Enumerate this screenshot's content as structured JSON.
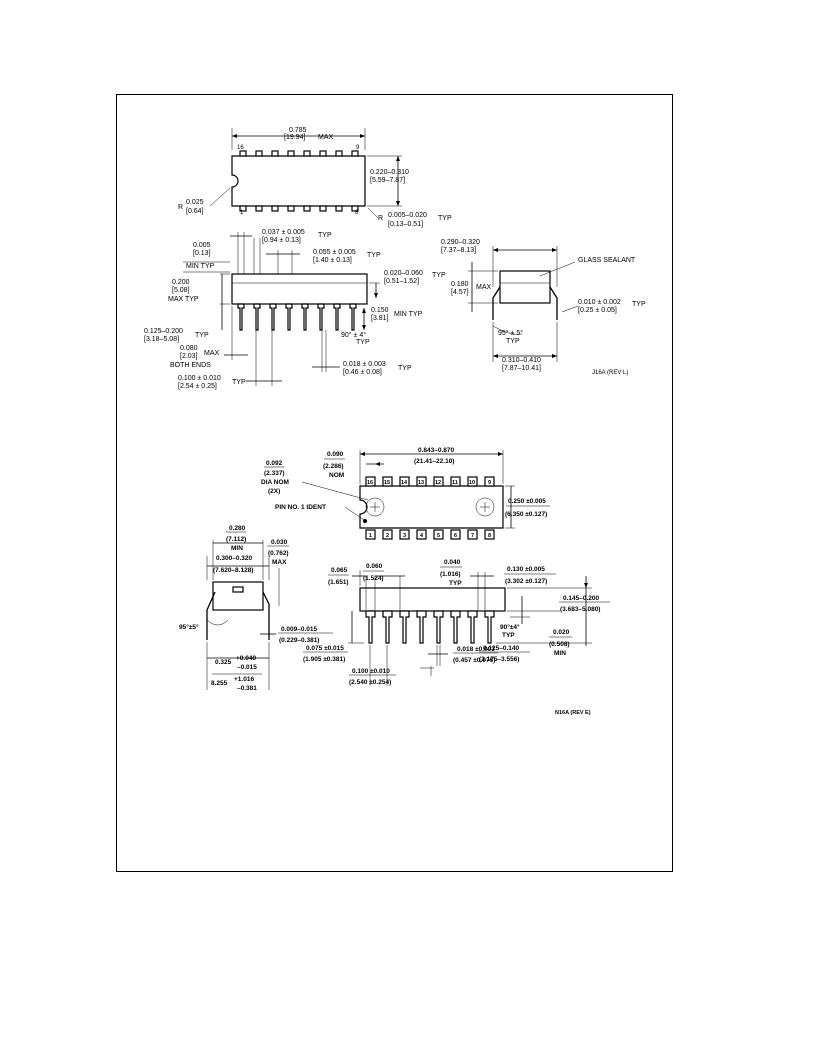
{
  "j16a": {
    "top_view": {
      "pin_16": "16",
      "pin_9": "9",
      "pin_1": "1",
      "pin_8": "8",
      "length_in": "0.785",
      "length_mm": "[19.94]",
      "length_suffix": "MAX",
      "width_in": "0.220–0.310",
      "width_mm": "[5.59–7.87]",
      "notch_r_prefix": "R",
      "notch_r_in": "0.025",
      "notch_r_mm": "[0.64]",
      "corner_r_prefix": "R",
      "corner_r_in": "0.005–0.020",
      "corner_r_mm": "[0.13–0.51]",
      "corner_r_suffix": "TYP"
    },
    "side_view": {
      "lead_width_in": "0.037 ± 0.005",
      "lead_width_mm": "[0.94 ± 0.13]",
      "lead_width_suffix": "TYP",
      "shoulder_in": "0.055 ± 0.005",
      "shoulder_mm": "[1.40 ± 0.13]",
      "shoulder_suffix": "TYP",
      "min_in": "0.005",
      "min_mm": "[0.13]",
      "min_suffix": "MIN TYP",
      "height_in": "0.200",
      "height_mm": "[5.08]",
      "height_suffix": "MAX TYP",
      "standoff_in": "0.020–0.060",
      "standoff_mm": "[0.51–1.52]",
      "standoff_suffix": "TYP",
      "lead_len_in": "0.150",
      "lead_len_mm": "[3.81]",
      "lead_len_suffix": "MIN TYP",
      "seat_in": "0.125–0.200",
      "seat_mm": "[3.18–5.08]",
      "seat_suffix": "TYP",
      "angle": "90° ± 4°",
      "angle_suffix": "TYP",
      "end_in": "0.080",
      "end_mm": "[2.03]",
      "end_suffix": "MAX",
      "end_note": "BOTH ENDS",
      "lead_thk_in": "0.018 ± 0.003",
      "lead_thk_mm": "[0.46 ± 0.08]",
      "lead_thk_suffix": "TYP",
      "pitch_in": "0.100 ± 0.010",
      "pitch_mm": "[2.54 ± 0.25]",
      "pitch_suffix": "TYP"
    },
    "end_view": {
      "width_in": "0.290–0.320",
      "width_mm": "[7.37–8.13]",
      "glass": "GLASS SEALANT",
      "h_in": "0.180",
      "h_mm": "[4.57]",
      "h_suffix": "MAX",
      "thk_in": "0.010 ± 0.002",
      "thk_mm": "[0.25 ± 0.05]",
      "thk_suffix": "TYP",
      "angle": "95° ± 5°",
      "angle_suffix": "TYP",
      "spread_in": "0.310–0.410",
      "spread_mm": "[7.87–10.41]"
    },
    "rev": "J16A (REV L)"
  },
  "n16a": {
    "top_view": {
      "pins_top": [
        "16",
        "15",
        "14",
        "13",
        "12",
        "11",
        "10",
        "9"
      ],
      "pins_bottom": [
        "1",
        "2",
        "3",
        "4",
        "5",
        "6",
        "7",
        "8"
      ],
      "dia_in": "0.092",
      "dia_mm": "(2.337)",
      "dia_note": "DIA NOM",
      "dia_count": "(2X)",
      "off_in": "0.090",
      "off_mm": "(2.286)",
      "off_note": "NOM",
      "len_in": "0.843–0.870",
      "len_mm": "(21.41–22.10)",
      "w_in": "0.250 ±0.005",
      "w_mm": "(6.350 ±0.127)",
      "ident": "PIN NO. 1 IDENT"
    },
    "end_view": {
      "a_in": "0.280",
      "a_mm": "(7.112)",
      "a_note": "MIN",
      "b_in": "0.300–0.320",
      "b_mm": "(7.620–8.128)",
      "c_in": "0.030",
      "c_mm": "(0.762)",
      "c_note": "MAX",
      "angle": "95°±5°",
      "thk_in": "0.009–0.015",
      "thk_mm": "(0.229–0.381)",
      "spread_in": "0.325",
      "spread_tol_in_plus": "+0.040",
      "spread_tol_in_minus": "–0.015",
      "spread_mm": "8.255",
      "spread_tol_mm_plus": "+1.016",
      "spread_tol_mm_minus": "–0.381"
    },
    "side_view": {
      "end_in": "0.065",
      "end_mm": "(1.651)",
      "sh_in": "0.060",
      "sh_mm": "(1.524)",
      "lw_in": "0.040",
      "lw_mm": "(1.016)",
      "lw_suffix": "TYP",
      "body_h_in": "0.130 ±0.005",
      "body_h_mm": "(3.302 ±0.127)",
      "tot_in": "0.145–0.200",
      "tot_mm": "(3.683–5.080)",
      "angle": "90°±4°",
      "angle_suffix": "TYP",
      "so_in": "0.020",
      "so_mm": "(0.508)",
      "so_note": "MIN",
      "ll_in": "0.125–0.140",
      "ll_mm": "(3.175–3.556)",
      "lh_in": "0.075 ±0.015",
      "lh_mm": "(1.905 ±0.381)",
      "lt_in": "0.018 ±0.003",
      "lt_mm": "(0.457 ±0.076)",
      "pitch_in": "0.100 ±0.010",
      "pitch_mm": "(2.540 ±0.254)"
    },
    "rev": "N16A (REV E)"
  }
}
